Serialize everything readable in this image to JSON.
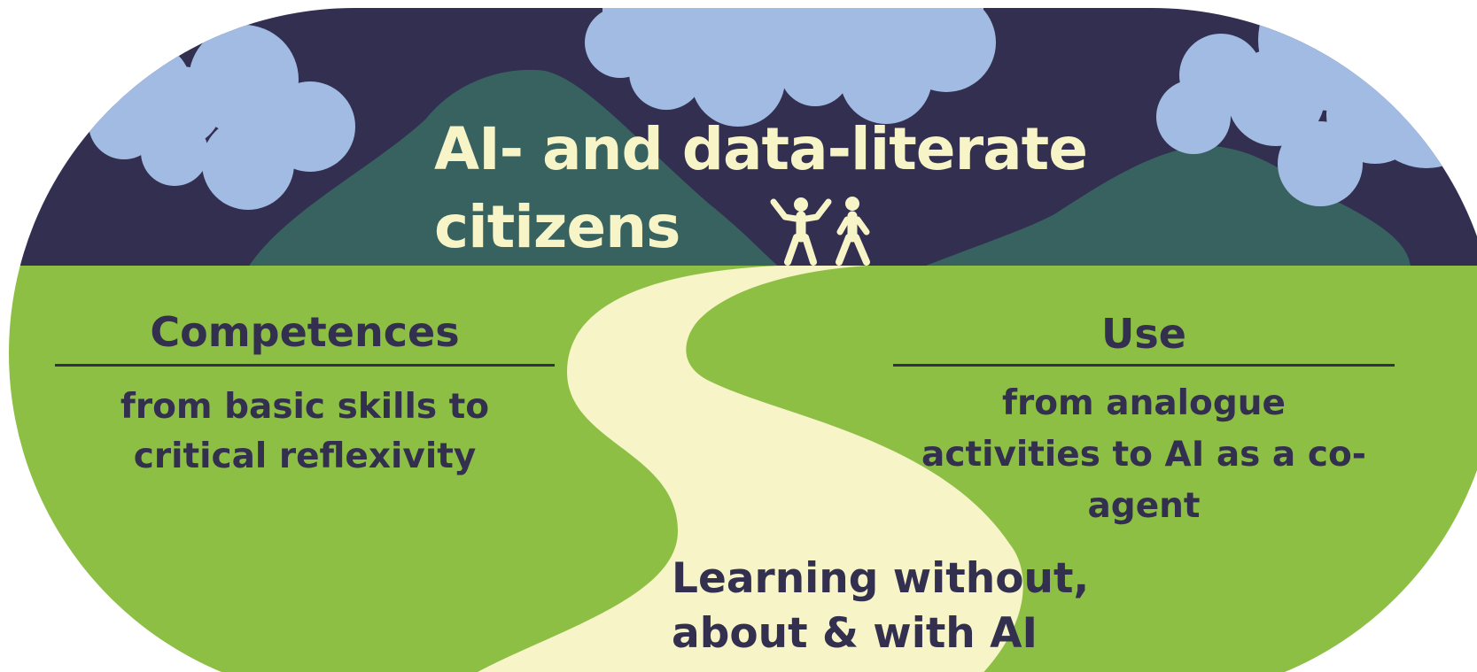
{
  "title": {
    "line1": "AI- and data-literate",
    "line2": "citizens"
  },
  "left": {
    "heading": "Competences",
    "line1": "from basic skills to",
    "line2": "critical reflexivity"
  },
  "right": {
    "heading": "Use",
    "line1": "from analogue",
    "line2": "activities to AI as a co-",
    "line3": "agent"
  },
  "path": {
    "line1": "Learning without,",
    "line2": "about & with AI"
  },
  "colors": {
    "sky": "#332f50",
    "cloud": "#a2bbe3",
    "mountain": "#386260",
    "grass": "#8dbf45",
    "path": "#f7f4c7",
    "text_dark": "#33304f",
    "text_light": "#f7f4c7"
  },
  "icons": [
    "cloud-icon",
    "mountain-icon",
    "person-cheering-icon",
    "person-walking-icon"
  ]
}
